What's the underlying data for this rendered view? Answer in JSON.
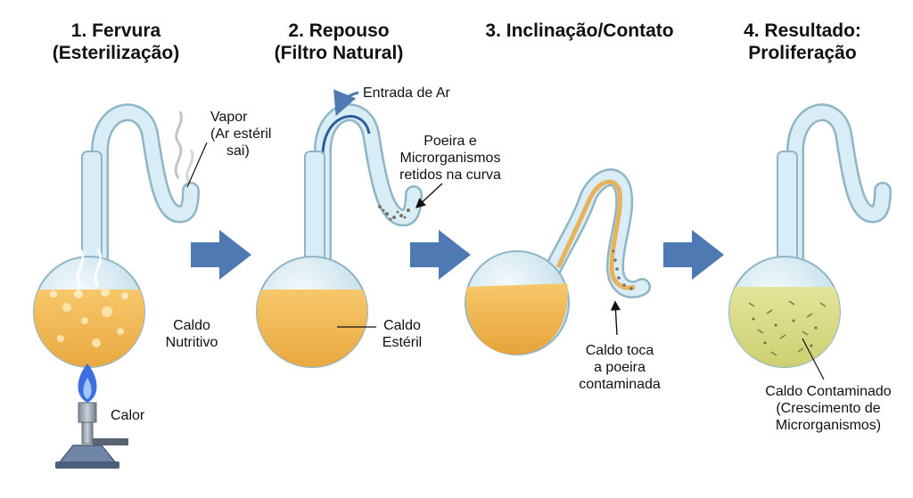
{
  "steps": [
    {
      "title_line1": "1. Fervura",
      "title_line2": "(Esterilização)",
      "label_vapor": [
        "Vapor",
        "(Ar estéril",
        "sai)"
      ],
      "label_broth": [
        "Caldo",
        "Nutritivo"
      ],
      "label_heat": "Calor"
    },
    {
      "title_line1": "2. Repouso",
      "title_line2": "(Filtro Natural)",
      "label_air": "Entrada de Ar",
      "label_dust": [
        "Poeira e",
        "Microrganismos",
        "retidos na curva"
      ],
      "label_broth": [
        "Caldo",
        "Estéril"
      ]
    },
    {
      "title_line1": "3. Inclinação/Contato",
      "label_contact": [
        "Caldo toca",
        "a poeira",
        "contaminada"
      ]
    },
    {
      "title_line1": "4. Resultado:",
      "title_line2": "Proliferação",
      "label_result": [
        "Caldo Contaminado",
        "(Crescimento de",
        "Microrganismos)"
      ]
    }
  ],
  "colors": {
    "glass": "#cfe6ef",
    "glass_edge": "#8fb5c6",
    "broth": "#f0b64b",
    "contaminated_broth": "#d9dc86",
    "arrow": "#4f79b3",
    "flame": "#3c6fe0",
    "burner": "#8e9aa6"
  }
}
